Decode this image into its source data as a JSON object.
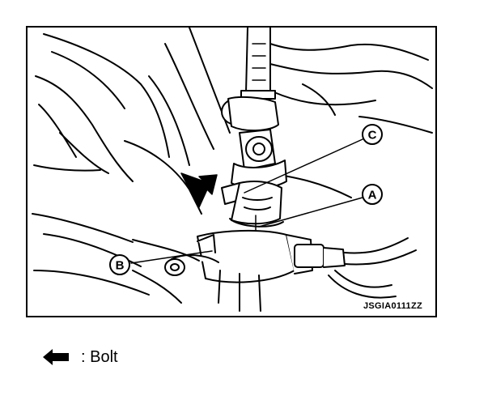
{
  "figure": {
    "callouts": {
      "c": "C",
      "a": "A",
      "b": "B"
    },
    "figure_code": "JSGIA0111ZZ"
  },
  "legend": {
    "icon": "filled-arrow-left-icon",
    "text": ": Bolt"
  },
  "colors": {
    "ink": "#000000",
    "paper": "#ffffff"
  }
}
